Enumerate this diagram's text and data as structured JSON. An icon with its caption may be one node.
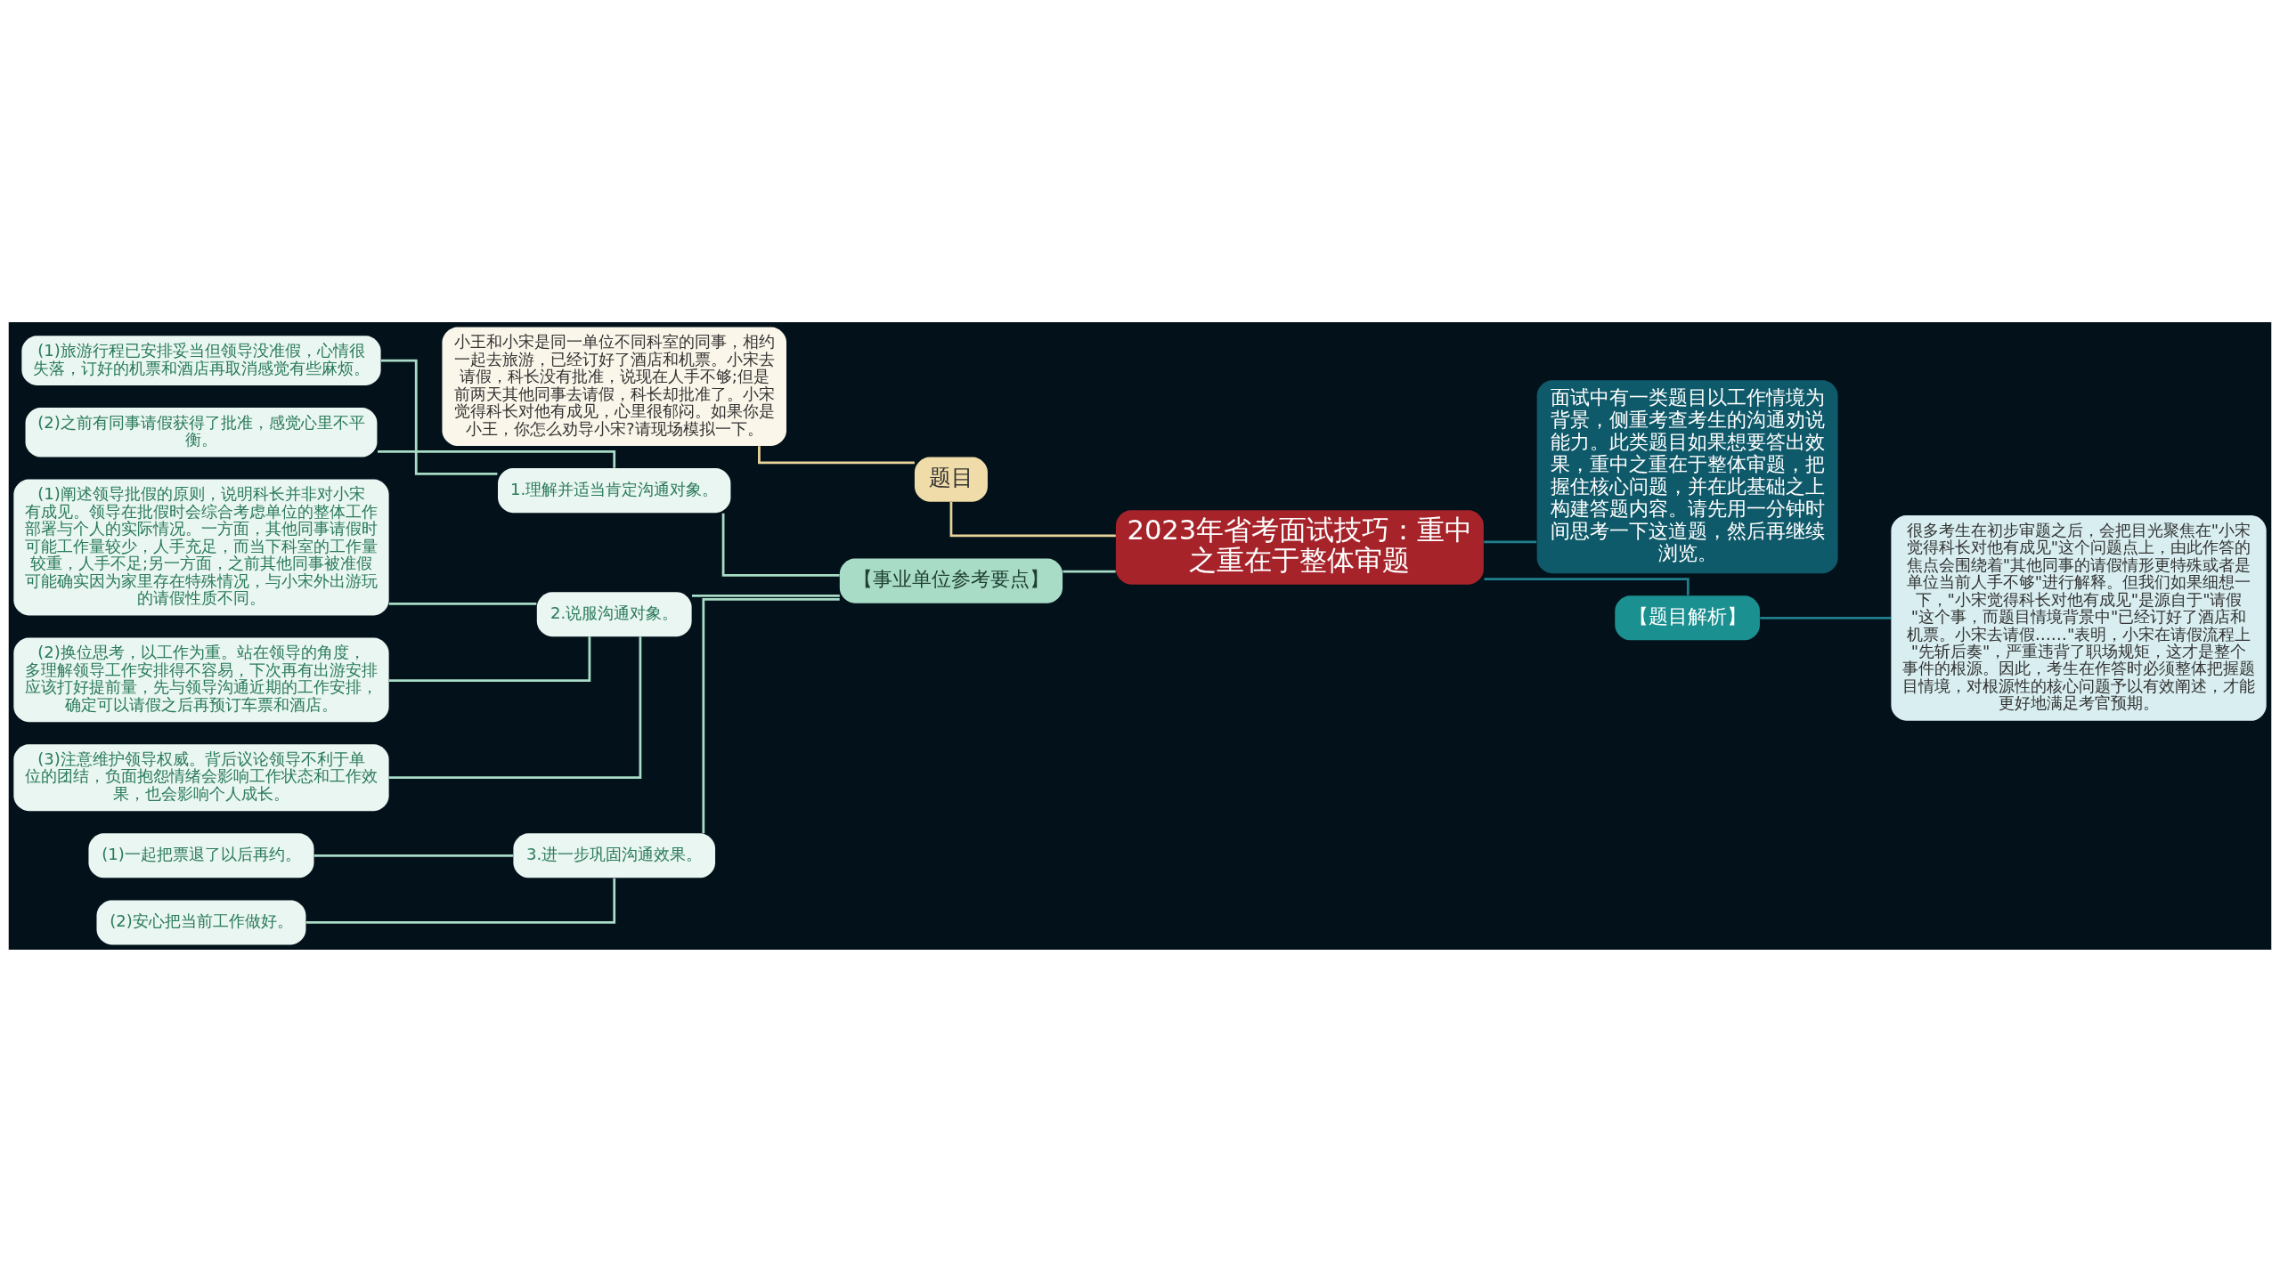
{
  "diagram": {
    "nodes": [
      {
        "text": [
          "2023年省考面试技巧：重中之重在于整体审题"
        ]
      },
      {
        "text": [
          "题目"
        ]
      },
      {
        "text": [
          "小王和小宋是同一单位不同科室的同事，相约一起去旅游，已经订好了酒店和机票。小宋去请假，科长没有批准，说现在人手不够;但是前两天其他同事去请假，科长却批准了。小宋觉得科长对他有成见，心里很郁闷。如果你是小王，你怎么劝导小宋?请现场模拟一下。"
        ]
      },
      {
        "text": [
          "【事业单位参考要点】"
        ]
      },
      {
        "text": [
          "1.理解并适当肯定沟通对象。"
        ]
      },
      {
        "text": [
          "(1)旅游行程已安排妥当但领导没准假，心情很失落，订好的机票和酒店再取消感觉有些麻烦。"
        ]
      },
      {
        "text": [
          "(2)之前有同事请假获得了批准，感觉心里不平衡。"
        ]
      },
      {
        "text": [
          "2.说服沟通对象。"
        ]
      },
      {
        "text": [
          "(1)阐述领导批假的原则，说明科长并非对小宋有成见。领导在批假时会综合考虑单位的整体工作部署与个人的实际情况。一方面，其他同事请假时可能工作量较少，人手充足，而当下科室的工作量较重，人手不足;另一方面，之前其他同事被准假可能确实因为家里存在特殊情况，与小宋外出游玩的请假性质不同。"
        ]
      },
      {
        "text": [
          "(2)换位思考，以工作为重。站在领导的角度，多理解领导工作安排得不容易，下次再有出游安排应该打好提前量，先与领导沟通近期的工作安排，确定可以请假之后再预订车票和酒店。"
        ]
      },
      {
        "text": [
          "(3)注意维护领导权威。背后议论领导不利于单位的团结，负面抱怨情绪会影响工作状态和工作效果，也会影响个人成长。"
        ]
      },
      {
        "text": [
          "3.进一步巩固沟通效果。"
        ]
      },
      {
        "text": [
          "(1)一起把票退了以后再约。"
        ]
      },
      {
        "text": [
          "(2)安心把当前工作做好。"
        ]
      },
      {
        "text": [
          "面试中有一类题目以工作情境为背景，侧重考查考生的沟通劝说能力。此类题目如果想要答出效果，重中之重在于整体审题，把握住核心问题，并在此基础之上构建答题内容。请先用一分钟时间思考一下这道题，然后再继续浏览。"
        ]
      },
      {
        "text": [
          "【题目解析】"
        ]
      },
      {
        "text": [
          "很多考生在初步审题之后，会把目光聚焦在\"小宋觉得科长对他有成见\"这个问题点上，由此作答的焦点会围绕着\"其他同事的请假情形更特殊或者是单位当前人手不够\"进行解释。但我们如果细想一下，\"小宋觉得科长对他有成见\"是源自于\"请假\"这个事，而题目情境背景中\"已经订好了酒店和机票。小宋去请假……\"表明，小宋在请假流程上\"先斩后奏\"，严重违背了职场规矩，这才是整个事件的根源。因此，考生在作答时必须整体把握题目情境，对根源性的核心问题予以有效阐述，才能更好地满足考官预期。"
        ]
      }
    ],
    "edges": [
      {
        "from": 0,
        "to": 1,
        "arrow": "none",
        "color": "#e8d49a"
      },
      {
        "from": 1,
        "to": 2,
        "arrow": "none",
        "color": "#e8d49a"
      },
      {
        "from": 0,
        "to": 3,
        "arrow": "none"
      },
      {
        "from": 3,
        "to": 4,
        "arrow": "none"
      },
      {
        "from": 4,
        "to": 5,
        "arrow": "none"
      },
      {
        "from": 4,
        "to": 6,
        "arrow": "none"
      },
      {
        "from": 3,
        "to": 7,
        "arrow": "none"
      },
      {
        "from": 7,
        "to": 8,
        "arrow": "none"
      },
      {
        "from": 7,
        "to": 9,
        "arrow": "none"
      },
      {
        "from": 7,
        "to": 10,
        "arrow": "none"
      },
      {
        "from": 3,
        "to": 11,
        "arrow": "none"
      },
      {
        "from": 11,
        "to": 12,
        "arrow": "none"
      },
      {
        "from": 11,
        "to": 13,
        "arrow": "none"
      },
      {
        "from": 0,
        "to": 14,
        "arrow": "none",
        "color": "#1f7f8c"
      },
      {
        "from": 0,
        "to": 15,
        "arrow": "none",
        "color": "#1f7f8c"
      },
      {
        "from": 15,
        "to": 16,
        "arrow": "none",
        "color": "#1f7f8c"
      }
    ]
  }
}
